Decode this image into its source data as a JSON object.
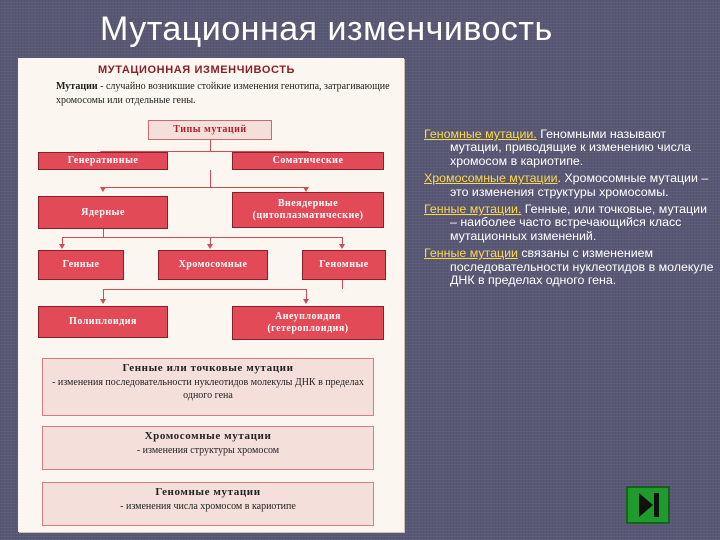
{
  "slide": {
    "title": "Мутационная изменчивость"
  },
  "diagram": {
    "heading": "МУТАЦИОННАЯ ИЗМЕНЧИВОСТЬ",
    "definition_term": "Мутации",
    "definition_text": "- случайно возникшие стойкие изменения генотипа, затрагивающие хромосомы или отдельные гены.",
    "types_label": "Типы мутаций",
    "boxes": {
      "generative": "Генеративные",
      "somatic": "Соматические",
      "nuclear": "Ядерные",
      "extranuclear": "Внеядерные (цитоплазматические)",
      "gene": "Генные",
      "chromosomal": "Хромосомные",
      "genomic": "Геномные",
      "polyploidy": "Полиплоидия",
      "aneuploidy": "Анеуплоидия (гетероплоидия)"
    },
    "descriptions": [
      {
        "title": "Генные или точковые мутации",
        "text": "- изменения последовательности нуклеотидов молекулы ДНК в пределах одного гена"
      },
      {
        "title": "Хромосомные мутации",
        "text": "- изменения структуры хромосом"
      },
      {
        "title": "Геномные мутации",
        "text": "- изменения числа хромосом в кариотипе"
      }
    ]
  },
  "text_panel": {
    "p1_link": "Геномные мутации.",
    "p1_text": " Геномными называют мутации, приводящие к изменению числа хромосом в кариотипе.",
    "p2_link": "Хромосомные мутации",
    "p2_text": ". Хромосомные мутации – это изменения структуры хромосомы.",
    "p3_link": "Генные мутации.",
    "p3_text": " Генные, или точковые, мутации – наиболее часто встречающийся класс мутационных изменений.",
    "p4_link": "Генные мутации",
    "p4_text": " связаны с изменением последовательности нуклеотидов в молекуле ДНК в пределах одного гена."
  },
  "navigation": {
    "next_icon": "skip-end-icon",
    "button_color": "#1f9a2c"
  }
}
